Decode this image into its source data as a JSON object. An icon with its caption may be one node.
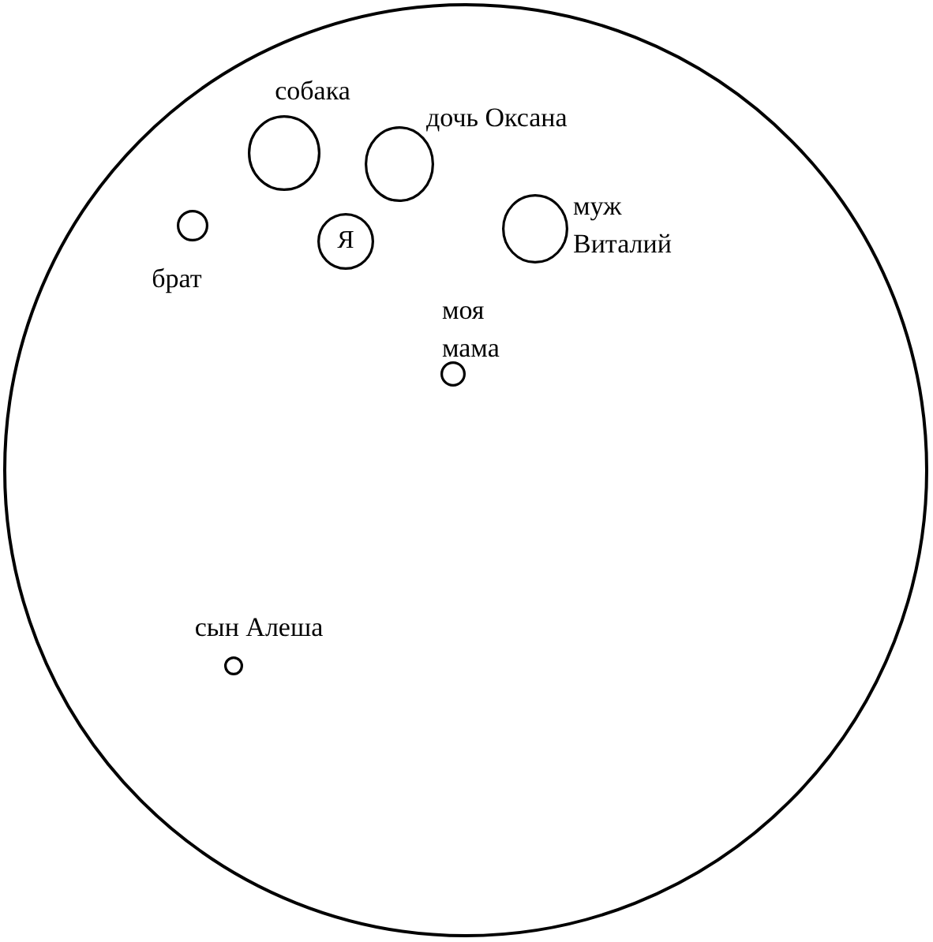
{
  "diagram": {
    "nodes": [
      {
        "text": [],
        "shape": "circle"
      },
      {
        "text": [],
        "shape": "circle",
        "in": 0,
        "beside": [
          "собака"
        ]
      },
      {
        "text": [],
        "shape": "circle",
        "in": 0,
        "beside": [
          "дочь Оксана"
        ]
      },
      {
        "text": [],
        "shape": "circle",
        "in": 0,
        "beside": [
          "брат"
        ]
      },
      {
        "text": [],
        "shape": "circle",
        "in": 0,
        "beside": [
          "муж Виталий"
        ]
      },
      {
        "text": [
          "Я"
        ],
        "in": 0
      },
      {
        "text": [],
        "shape": "circle",
        "in": 0,
        "beside": [
          "моя мама"
        ]
      },
      {
        "text": [],
        "shape": "circle",
        "in": 0,
        "beside": [
          "сын Алеша"
        ]
      }
    ]
  }
}
